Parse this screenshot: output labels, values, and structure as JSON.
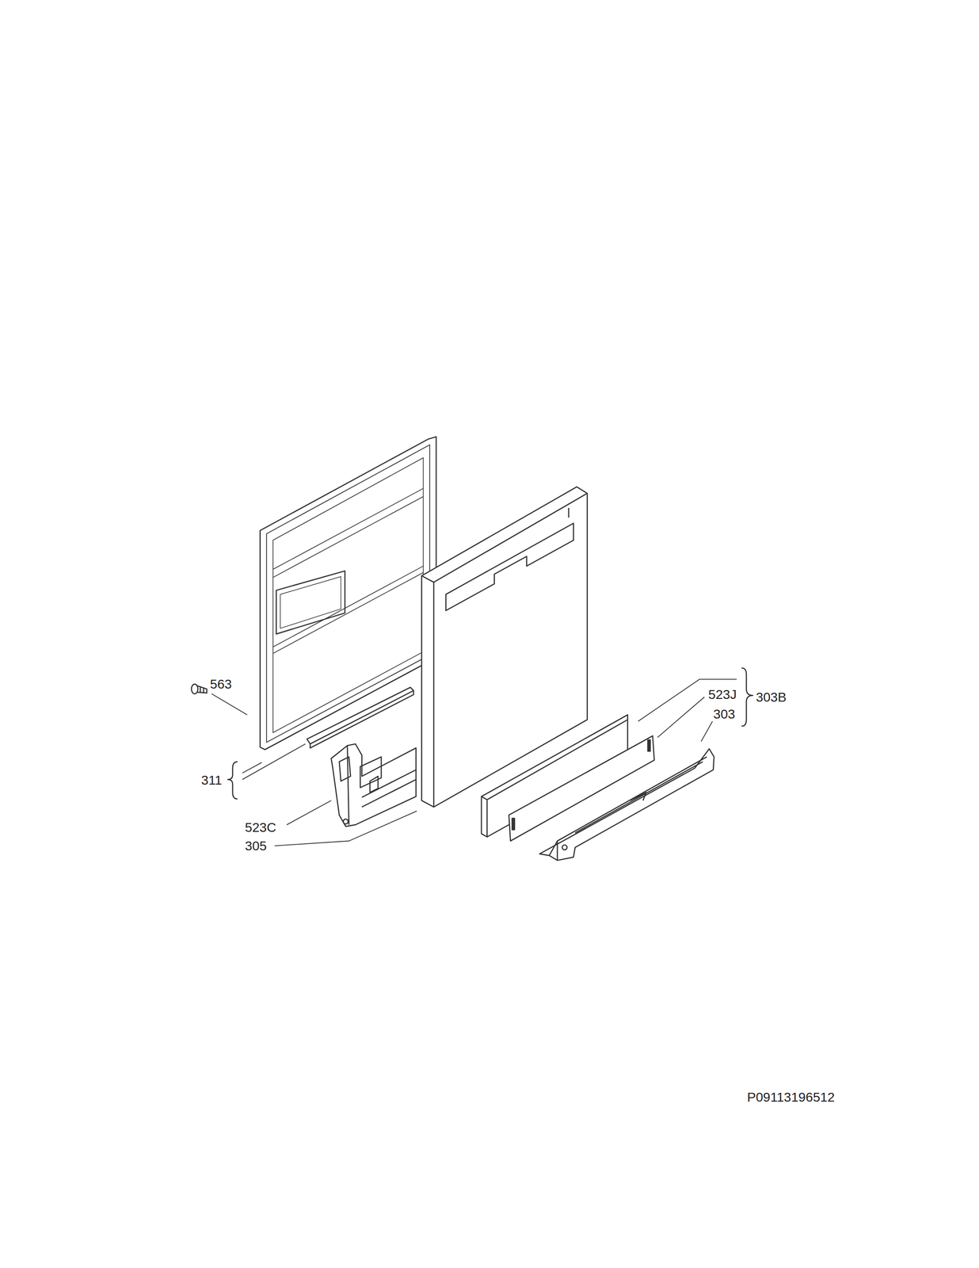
{
  "diagram": {
    "labels": [
      "563",
      "311",
      "523C",
      "305",
      "523J",
      "303B",
      "303",
      "P09113196512"
    ]
  }
}
